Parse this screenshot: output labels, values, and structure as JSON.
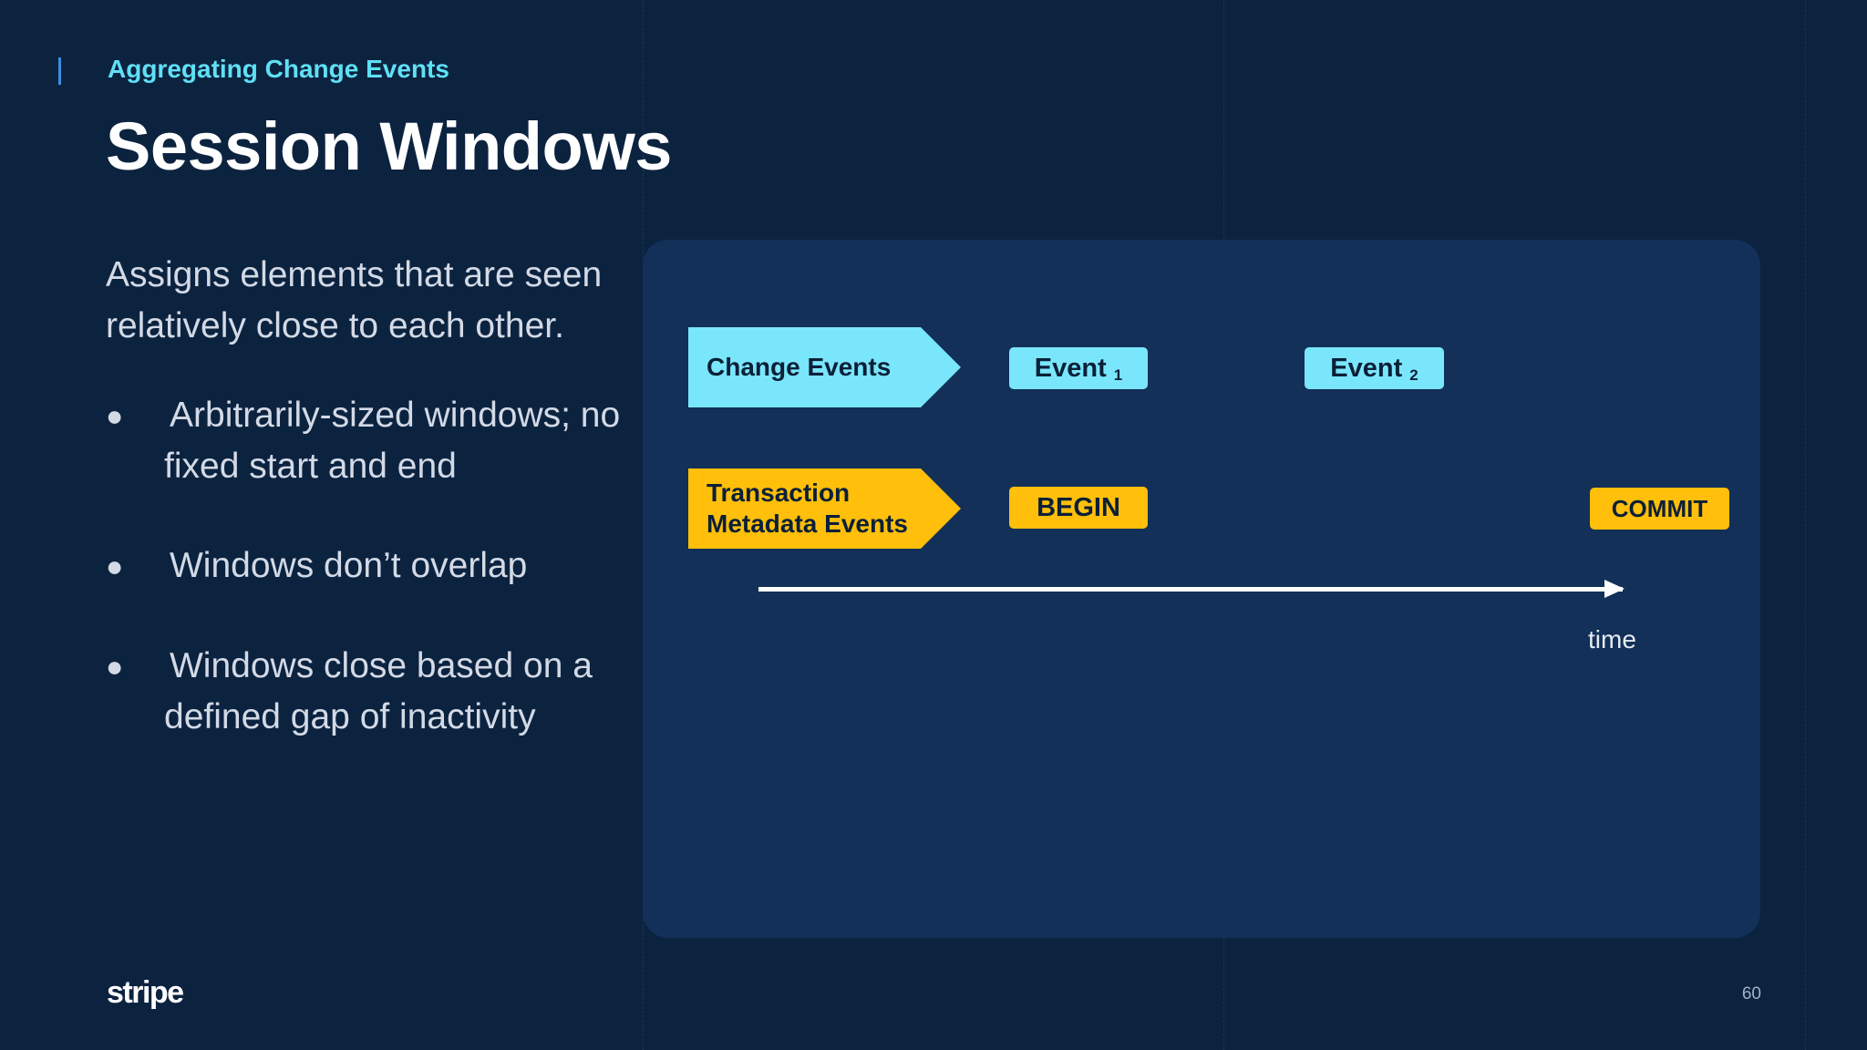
{
  "header": {
    "eyebrow": "Aggregating Change Events",
    "title": "Session Windows"
  },
  "body": {
    "intro": "Assigns elements that are seen relatively close to each other.",
    "bullets": [
      {
        "dot": "●",
        "text": "Arbitrarily-sized windows; no fixed start and end"
      },
      {
        "dot": "●",
        "text": "Windows don’t overlap"
      },
      {
        "dot": "●",
        "text": "Windows close based on a defined gap of inactivity"
      }
    ]
  },
  "diagram": {
    "rows": [
      {
        "label": "Change Events",
        "color": "#7ae6fb"
      },
      {
        "label": "Transaction Metadata Events",
        "color": "#ffbf0a"
      }
    ],
    "events": [
      {
        "name": "Event",
        "index": "1"
      },
      {
        "name": "Event",
        "index": "2"
      }
    ],
    "markers": [
      "BEGIN",
      "COMMIT"
    ],
    "axis_label": "time"
  },
  "footer": {
    "logo": "stripe",
    "page_number": "60"
  },
  "colors": {
    "background": "#0c2340",
    "panel": "#123058",
    "accent": "#5fe0f5",
    "change_events": "#7ae6fb",
    "transaction_events": "#ffbf0a"
  }
}
